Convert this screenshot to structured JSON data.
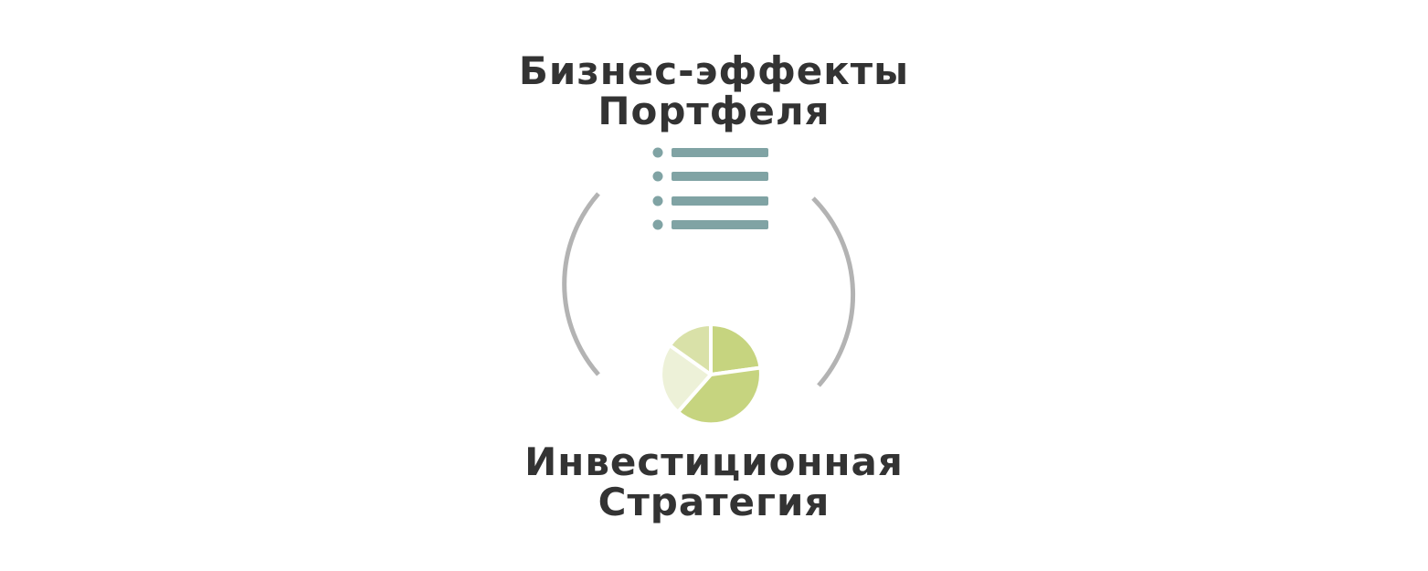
{
  "top_item": {
    "line1": "Бизнес-эффекты",
    "line2": "Портфеля",
    "icon": "bulleted-list-icon",
    "icon_color": "#80a3a4"
  },
  "bottom_item": {
    "line1": "Инвестиционная",
    "line2": "Стратегия",
    "icon": "pie-chart-icon",
    "slice_colors": [
      "#c6d47f",
      "#c6d47f",
      "#edf1d8",
      "#d9e1a8"
    ]
  },
  "connector_color": "#b3b3b3",
  "text_color": "#333333"
}
